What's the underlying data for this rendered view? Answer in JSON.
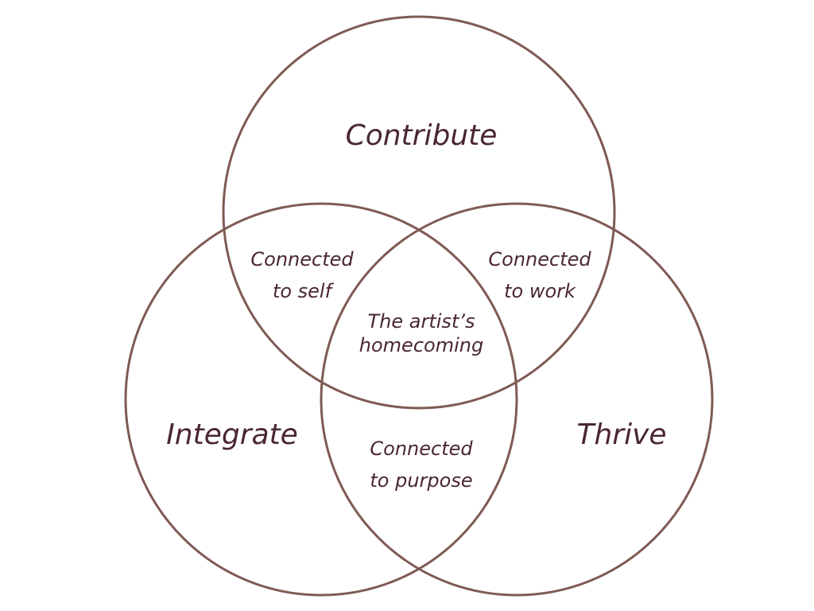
{
  "colors": {
    "circle_stroke": "#7f5a54",
    "text": "#4a2730",
    "background": "#ffffff"
  },
  "sets": {
    "top": "Contribute",
    "left": "Integrate",
    "right": "Thrive"
  },
  "overlaps": {
    "top_left": [
      "Connected",
      "to self"
    ],
    "top_right": [
      "Connected",
      "to work"
    ],
    "left_right": [
      "Connected",
      "to purpose"
    ],
    "center": [
      "The artist’s",
      "homecoming"
    ]
  }
}
